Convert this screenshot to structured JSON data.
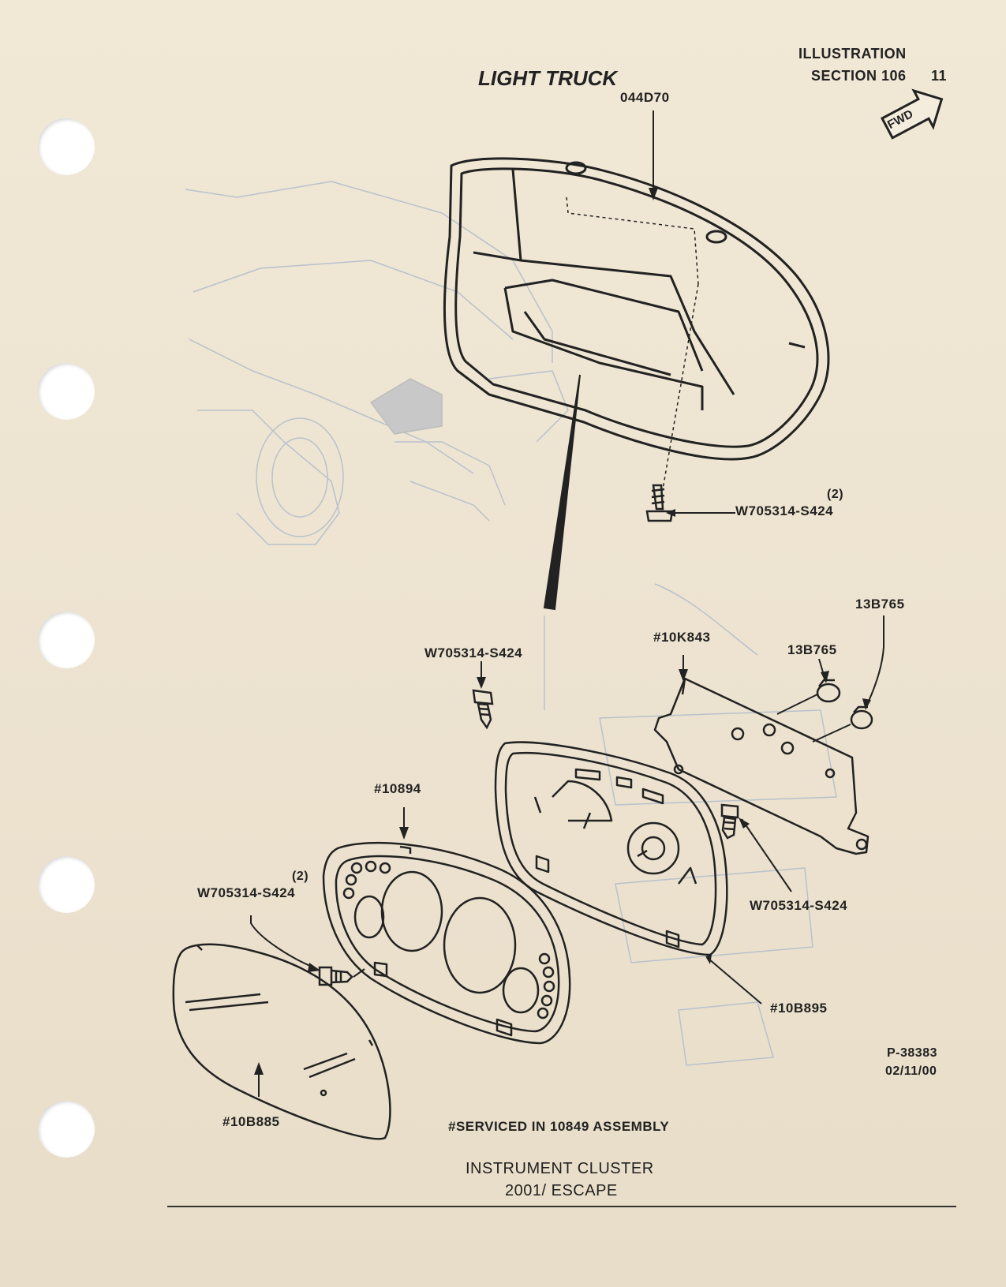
{
  "header": {
    "category": "ILLUSTRATION",
    "section": "SECTION 106",
    "page_number": "11",
    "title": "LIGHT TRUCK",
    "direction_badge": "FWD"
  },
  "callouts": {
    "bezel_top": "044D70",
    "screw_top_qty": "(2)",
    "screw_top": "W705314-S424",
    "bulb_right": "13B765",
    "bulb_mid": "13B765",
    "circuit": "#10K843",
    "screw_left_mid": "W705314-S424",
    "screw_right_mid": "W705314-S424",
    "mask": "#10894",
    "screw_lower_qty": "(2)",
    "screw_lower": "W705314-S424",
    "case": "#10B895",
    "lens": "#10B885"
  },
  "footer": {
    "figure_id": "P-38383",
    "figure_date": "02/11/00",
    "note": "#SERVICED IN 10849 ASSEMBLY",
    "caption_line1": "INSTRUMENT CLUSTER",
    "caption_line2": "2001/ ESCAPE"
  },
  "colors": {
    "paper": "#efe6d4",
    "ink": "#222222",
    "bleed_through": "#a9b3c2"
  }
}
